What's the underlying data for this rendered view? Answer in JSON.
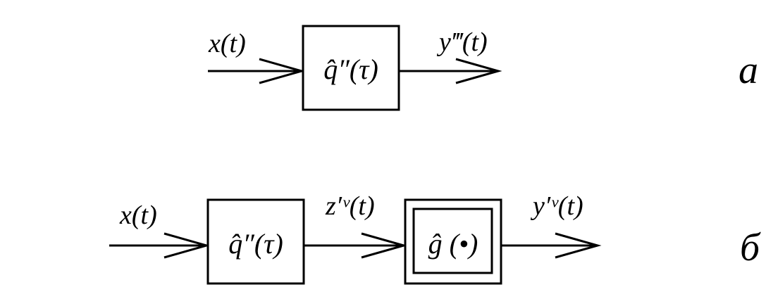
{
  "part_a": {
    "letter": "а",
    "input_label": "x(t)",
    "block_label": "q̂″(τ)",
    "output_label": "y‴(t)"
  },
  "part_b": {
    "letter": "б",
    "input_label": "x(t)",
    "block1_label": "q̂″(τ)",
    "mid_label": "z′ᵛ(t)",
    "block2_label": "ĝ (•)",
    "output_label": "y′ᵛ(t)"
  }
}
